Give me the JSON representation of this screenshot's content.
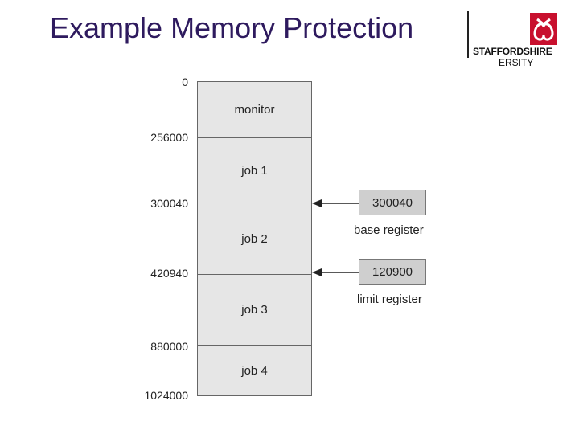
{
  "slide": {
    "title": "Example Memory Protection"
  },
  "logo": {
    "name": "STAFFORDSHIRE",
    "sub": "ERSITY",
    "colors": {
      "crest": "#c8102e",
      "text": "#111111"
    },
    "icon": "knot-crest-icon"
  },
  "memory": {
    "segments": [
      "monitor",
      "job 1",
      "job 2",
      "job 3",
      "job 4"
    ],
    "addresses": [
      "0",
      "256000",
      "300040",
      "420940",
      "880000",
      "1024000"
    ]
  },
  "registers": {
    "base": {
      "value": "300040",
      "label": "base register"
    },
    "limit": {
      "value": "120900",
      "label": "limit register"
    }
  },
  "colors": {
    "title": "#2e1a5e",
    "memory_fill": "#e6e6e6",
    "register_fill": "#cfcfcf"
  }
}
